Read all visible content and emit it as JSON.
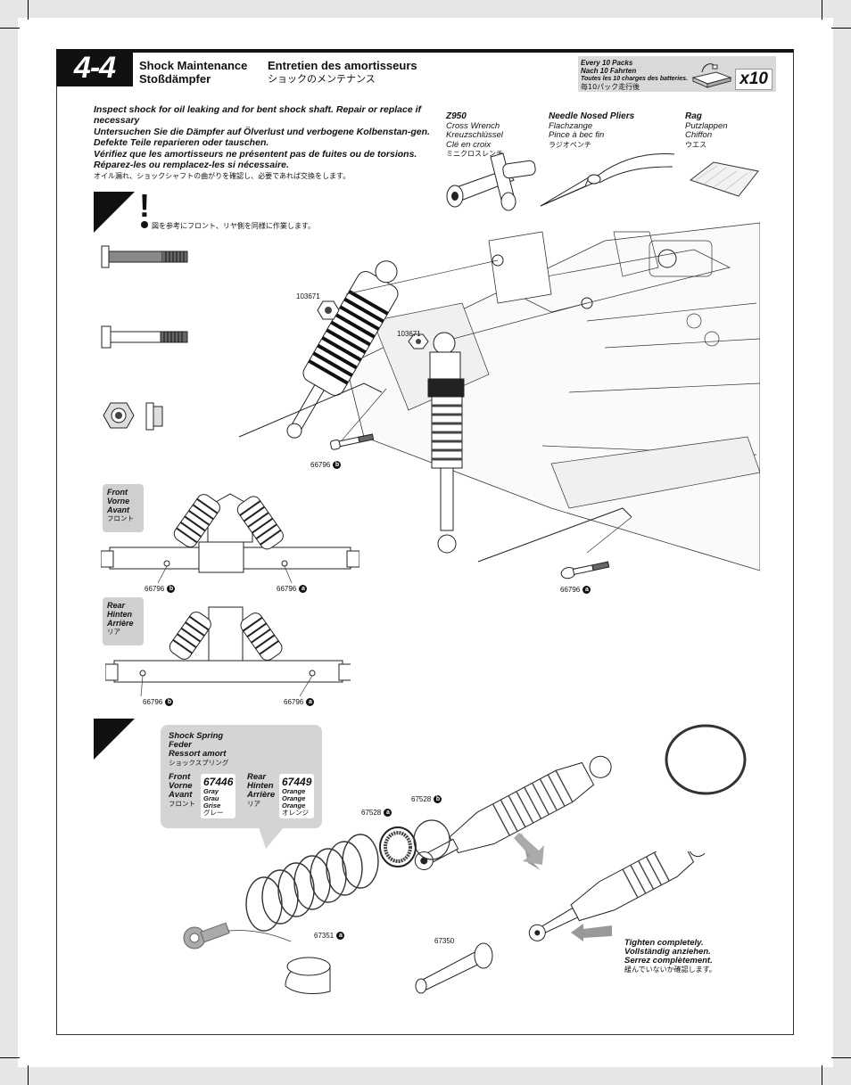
{
  "step": {
    "number": "4-4"
  },
  "titles": {
    "en": "Shock Maintenance",
    "de": "Stoßdämpfer",
    "fr": "Entretien des amortisseurs",
    "jp": "ショックのメンテナンス"
  },
  "every_packs": {
    "line1": "Every 10 Packs",
    "line2": "Nach 10 Fahrten",
    "line3": "Toutes les 10 charges des batteries.",
    "line4": "毎10パック走行後",
    "count": "x10"
  },
  "instructions": {
    "en": "Inspect shock for oil leaking and for bent shock shaft. Repair or replace if necessary",
    "de": "Untersuchen Sie die Dämpfer auf Ölverlust und verbogene Kolbenstan-gen. Defekte Teile reparieren oder tauschen.",
    "fr": "Vérifiez que les amortisseurs ne présentent pas de fuites ou de torsions. Réparez-les ou remplacez-les si nécessaire.",
    "jp": "オイル漏れ、ショックシャフトの曲がりを確認し、必要であれば交換をします。"
  },
  "tools": [
    {
      "code": "Z950",
      "en": "Cross Wrench",
      "de": "Kreuzschlüssel",
      "fr": "Clé en croix",
      "jp": "ミニクロスレンチ"
    },
    {
      "code": "",
      "en": "Needle Nosed Pliers",
      "de": "Flachzange",
      "fr": "Pince à bec fin",
      "jp": "ラジオペンチ"
    },
    {
      "code": "",
      "en": "Rag",
      "de": "Putzlappen",
      "fr": "Chiffon",
      "jp": "ウエス"
    }
  ],
  "note": {
    "symbol": "!",
    "jp": "図を参考にフロント、リヤ側を同様に作業します。"
  },
  "callouts": {
    "p103671_a": "103671",
    "p103671_b": "103671",
    "p66796_b_main": "66796",
    "p66796_a_main": "66796",
    "front_b": "66796",
    "front_a": "66796",
    "rear_b": "66796",
    "rear_a": "66796",
    "p67528_a": "67528",
    "p67528_b": "67528",
    "p67351_a": "67351",
    "p67350": "67350",
    "badge_a": "a",
    "badge_b": "b"
  },
  "front_tag": {
    "en": "Front",
    "de": "Vorne",
    "fr": "Avant",
    "jp": "フロント"
  },
  "rear_tag": {
    "en": "Rear",
    "de": "Hinten",
    "fr": "Arrière",
    "jp": "リア"
  },
  "shock_spring": {
    "title_en": "Shock Spring",
    "title_de": "Feder",
    "title_fr": "Ressort amort",
    "title_jp": "ショックスプリング",
    "front": {
      "en": "Front",
      "de": "Vorne",
      "fr": "Avant",
      "jp": "フロント",
      "part": "67446",
      "c1": "Gray",
      "c2": "Grau",
      "c3": "Grise",
      "c4": "グレー"
    },
    "rear": {
      "en": "Rear",
      "de": "Hinten",
      "fr": "Arrière",
      "jp": "リア",
      "part": "67449",
      "c1": "Orange",
      "c2": "Orange",
      "c3": "Orange",
      "c4": "オレンジ"
    }
  },
  "tighten": {
    "en": "Tighten completely.",
    "de": "Vollständig anziehen.",
    "fr": "Serrez complètement.",
    "jp": "緩んでいないか確認します。"
  },
  "colors": {
    "ink": "#111111",
    "panel": "#d4d4d4",
    "page_bg": "#e6e6e6"
  }
}
